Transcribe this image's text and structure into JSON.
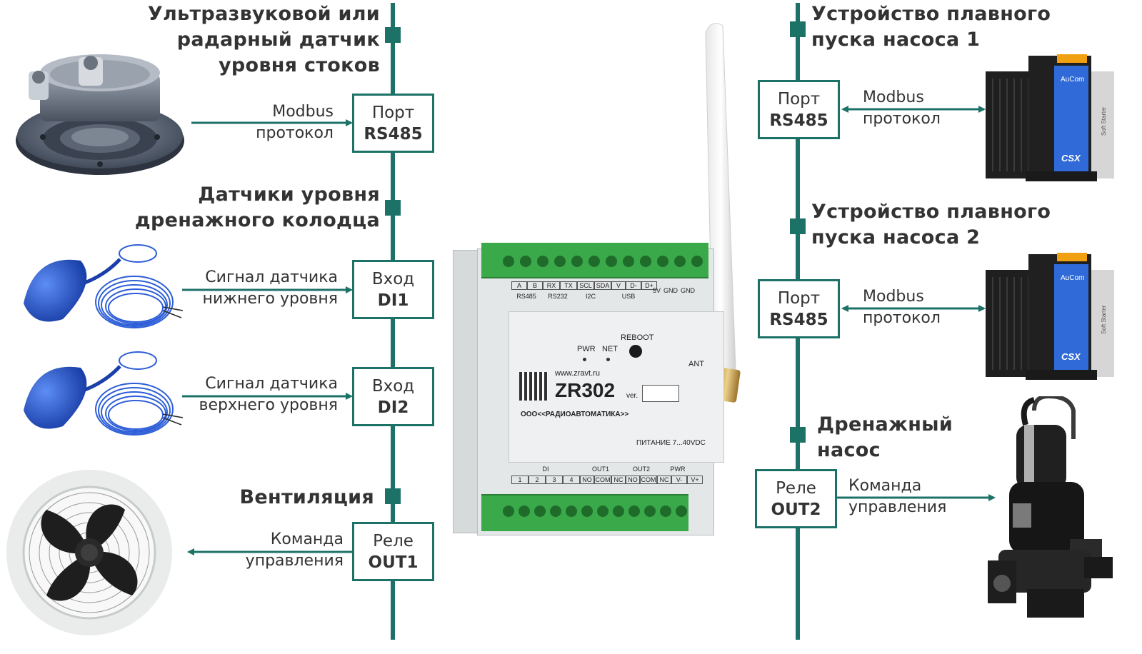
{
  "colors": {
    "accent": "#1d7268",
    "text": "#333333",
    "terminal": "#3aa94a",
    "housing": "#e4e7e8"
  },
  "left": {
    "sensor_heading": "Ультразвуковой или\nрадарный датчик\nуровня стоков",
    "sensor_label": "Modbus\nпротокол",
    "sensor_box": {
      "line1": "Порт",
      "line2": "RS485"
    },
    "well_heading": "Датчики уровня\nдренажного колодца",
    "low_label": "Сигнал датчика\nнижнего уровня",
    "low_box": {
      "line1": "Вход",
      "line2": "DI1"
    },
    "high_label": "Сигнал датчика\nверхнего уровня",
    "high_box": {
      "line1": "Вход",
      "line2": "DI2"
    },
    "vent_heading": "Вентиляция",
    "vent_label": "Команда\nуправления",
    "vent_box": {
      "line1": "Реле",
      "line2": "OUT1"
    }
  },
  "right": {
    "starter1_heading": "Устройство плавного\nпуска насоса 1",
    "starter1_box": {
      "line1": "Порт",
      "line2": "RS485"
    },
    "starter1_label": "Modbus\nпротокол",
    "starter2_heading": "Устройство плавного\nпуска насоса 2",
    "starter2_box": {
      "line1": "Порт",
      "line2": "RS485"
    },
    "starter2_label": "Modbus\nпротокол",
    "pump_heading": "Дренажный\nнасос",
    "pump_box": {
      "line1": "Реле",
      "line2": "OUT2"
    },
    "pump_label": "Команда\nуправления"
  },
  "device": {
    "top_labels": [
      "A",
      "B",
      "RX",
      "TX",
      "SCL",
      "SDA",
      "V",
      "D-",
      "D+"
    ],
    "group_labels": [
      "RS485",
      "RS232",
      "I2C",
      "USB"
    ],
    "side_labels": [
      "5V",
      "GND",
      "GND"
    ],
    "led_pwr": "PWR",
    "led_net": "NET",
    "reboot": "REBOOT",
    "ant": "ANT",
    "website": "www.zravt.ru",
    "model": "ZR302",
    "ver": "ver.",
    "company": "ООО<<РАДИОАВТОМАТИКА>>",
    "power": "ПИТАНИЕ 7...40VDC",
    "bottom_groups": [
      "DI",
      "OUT1",
      "OUT2",
      "PWR"
    ],
    "bottom_labels": [
      "1",
      "2",
      "3",
      "4",
      "NO",
      "COM",
      "NC",
      "NO",
      "COM",
      "NC",
      "V-",
      "V+"
    ]
  },
  "images": {
    "starter_brand": "AuCom",
    "starter_series": "CSX",
    "starter_side": "Soft Starter"
  }
}
